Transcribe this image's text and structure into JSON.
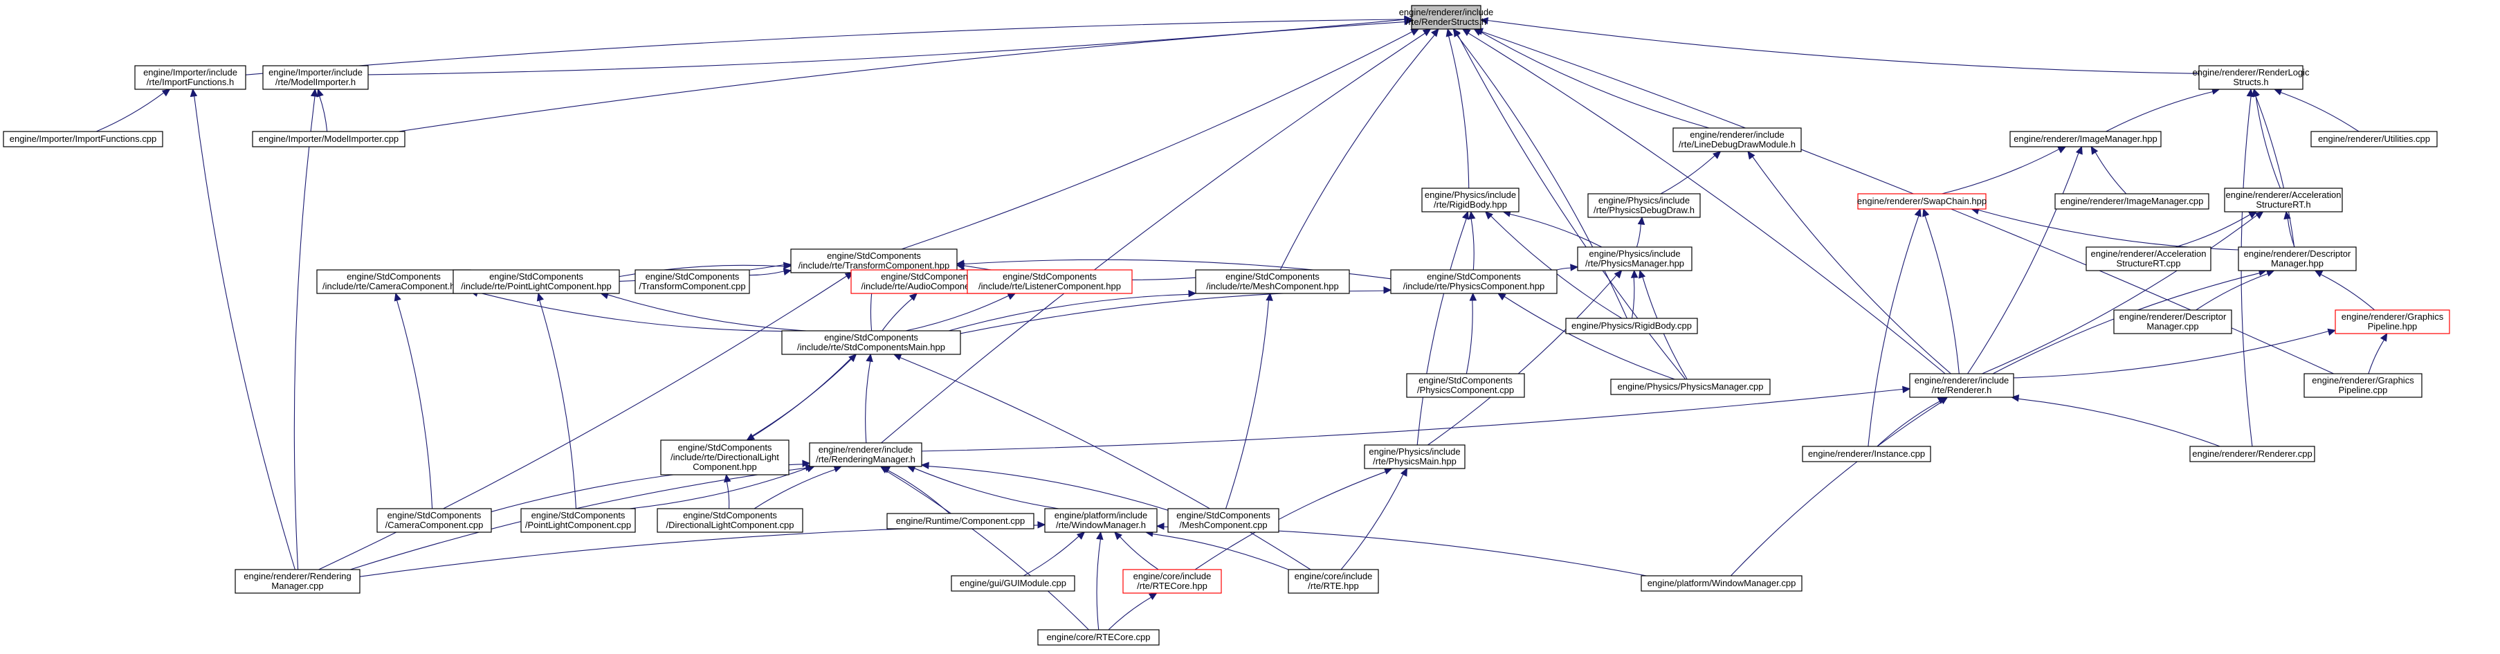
{
  "colors": {
    "edge": "#191970",
    "node_border": "#000000",
    "node_border_incomplete": "#ff0000",
    "root_fill": "#bfbfbf",
    "background": "#ffffff"
  },
  "nodes": [
    {
      "id": "root",
      "lines": [
        "engine/renderer/include",
        "/rte/RenderStructs.h"
      ],
      "root": true
    },
    {
      "id": "importfh",
      "lines": [
        "engine/Importer/include",
        "/rte/ImportFunctions.h"
      ]
    },
    {
      "id": "modelimph",
      "lines": [
        "engine/Importer/include",
        "/rte/ModelImporter.h"
      ]
    },
    {
      "id": "importfcpp",
      "lines": [
        "engine/Importer/ImportFunctions.cpp"
      ]
    },
    {
      "id": "modelimpcpp",
      "lines": [
        "engine/Importer/ModelImporter.cpp"
      ]
    },
    {
      "id": "transformhpp",
      "lines": [
        "engine/StdComponents",
        "/include/rte/TransformComponent.hpp"
      ]
    },
    {
      "id": "camerahpp",
      "lines": [
        "engine/StdComponents",
        "/include/rte/CameraComponent.hpp"
      ]
    },
    {
      "id": "pointlighthpp",
      "lines": [
        "engine/StdComponents",
        "/include/rte/PointLightComponent.hpp"
      ]
    },
    {
      "id": "transformcpp",
      "lines": [
        "engine/StdComponents",
        "/TransformComponent.cpp"
      ]
    },
    {
      "id": "audiohpp",
      "lines": [
        "engine/StdComponents",
        "/include/rte/AudioComponent.hpp"
      ],
      "red": true
    },
    {
      "id": "listenerhpp",
      "lines": [
        "engine/StdComponents",
        "/include/rte/ListenerComponent.hpp"
      ],
      "red": true
    },
    {
      "id": "meshhpp",
      "lines": [
        "engine/StdComponents",
        "/include/rte/MeshComponent.hpp"
      ]
    },
    {
      "id": "physicscomphpp",
      "lines": [
        "engine/StdComponents",
        "/include/rte/PhysicsComponent.hpp"
      ]
    },
    {
      "id": "stdmainhpp",
      "lines": [
        "engine/StdComponents",
        "/include/rte/StdComponentsMain.hpp"
      ]
    },
    {
      "id": "dirlighthpp",
      "lines": [
        "engine/StdComponents",
        "/include/rte/DirectionalLight",
        "Component.hpp"
      ]
    },
    {
      "id": "renderingmgrh",
      "lines": [
        "engine/renderer/include",
        "/rte/RenderingManager.h"
      ]
    },
    {
      "id": "cameracpp",
      "lines": [
        "engine/StdComponents",
        "/CameraComponent.cpp"
      ]
    },
    {
      "id": "pointlightcpp",
      "lines": [
        "engine/StdComponents",
        "/PointLightComponent.cpp"
      ]
    },
    {
      "id": "dirlightcpp",
      "lines": [
        "engine/StdComponents",
        "/DirectionalLightComponent.cpp"
      ]
    },
    {
      "id": "runtimecomp",
      "lines": [
        "engine/Runtime/Component.cpp"
      ]
    },
    {
      "id": "windowmgrh",
      "lines": [
        "engine/platform/include",
        "/rte/WindowManager.h"
      ]
    },
    {
      "id": "meshcpp",
      "lines": [
        "engine/StdComponents",
        "/MeshComponent.cpp"
      ]
    },
    {
      "id": "renderingmgrcpp",
      "lines": [
        "engine/renderer/Rendering",
        "Manager.cpp"
      ]
    },
    {
      "id": "guimodule",
      "lines": [
        "engine/gui/GUIModule.cpp"
      ]
    },
    {
      "id": "rtecoreh",
      "lines": [
        "engine/core/include",
        "/rte/RTECore.hpp"
      ],
      "red": true
    },
    {
      "id": "rtehpp",
      "lines": [
        "engine/core/include",
        "/rte/RTE.hpp"
      ]
    },
    {
      "id": "rtecorecpp",
      "lines": [
        "engine/core/RTECore.cpp"
      ]
    },
    {
      "id": "rigidbodyhpp",
      "lines": [
        "engine/Physics/include",
        "/rte/RigidBody.hpp"
      ]
    },
    {
      "id": "linedebugh",
      "lines": [
        "engine/renderer/include",
        "/rte/LineDebugDrawModule.h"
      ]
    },
    {
      "id": "physdebugh",
      "lines": [
        "engine/Physics/include",
        "/rte/PhysicsDebugDraw.h"
      ]
    },
    {
      "id": "physmgrhpp",
      "lines": [
        "engine/Physics/include",
        "/rte/PhysicsManager.hpp"
      ]
    },
    {
      "id": "rigidbodycpp",
      "lines": [
        "engine/Physics/RigidBody.cpp"
      ]
    },
    {
      "id": "physcompcpp",
      "lines": [
        "engine/StdComponents",
        "/PhysicsComponent.cpp"
      ]
    },
    {
      "id": "physmgrcpp",
      "lines": [
        "engine/Physics/PhysicsManager.cpp"
      ]
    },
    {
      "id": "physmainhpp",
      "lines": [
        "engine/Physics/include",
        "/rte/PhysicsMain.hpp"
      ]
    },
    {
      "id": "windowmgrcpp",
      "lines": [
        "engine/platform/WindowManager.cpp"
      ]
    },
    {
      "id": "renderlogich",
      "lines": [
        "engine/renderer/RenderLogic",
        "Structs.h"
      ]
    },
    {
      "id": "imagemgrhpp",
      "lines": [
        "engine/renderer/ImageManager.hpp"
      ]
    },
    {
      "id": "utilitiescpp",
      "lines": [
        "engine/renderer/Utilities.cpp"
      ]
    },
    {
      "id": "swapchainhpp",
      "lines": [
        "engine/renderer/SwapChain.hpp"
      ],
      "red": true
    },
    {
      "id": "imagemgrcpp",
      "lines": [
        "engine/renderer/ImageManager.cpp"
      ]
    },
    {
      "id": "accelrth",
      "lines": [
        "engine/renderer/Acceleration",
        "StructureRT.h"
      ]
    },
    {
      "id": "accelrtcpp",
      "lines": [
        "engine/renderer/Acceleration",
        "StructureRT.cpp"
      ]
    },
    {
      "id": "descmgrhpp",
      "lines": [
        "engine/renderer/Descriptor",
        "Manager.hpp"
      ]
    },
    {
      "id": "descmgrcpp",
      "lines": [
        "engine/renderer/Descriptor",
        "Manager.cpp"
      ]
    },
    {
      "id": "graphicspipehpp",
      "lines": [
        "engine/renderer/Graphics",
        "Pipeline.hpp"
      ],
      "red": true
    },
    {
      "id": "rendererh",
      "lines": [
        "engine/renderer/include",
        "/rte/Renderer.h"
      ]
    },
    {
      "id": "graphicspipecpp",
      "lines": [
        "engine/renderer/Graphics",
        "Pipeline.cpp"
      ]
    },
    {
      "id": "instancecpp",
      "lines": [
        "engine/renderer/Instance.cpp"
      ]
    },
    {
      "id": "renderercpp",
      "lines": [
        "engine/renderer/Renderer.cpp"
      ]
    }
  ],
  "edges": [
    [
      "importfh",
      "root"
    ],
    [
      "modelimph",
      "root"
    ],
    [
      "modelimpcpp",
      "root"
    ],
    [
      "transformhpp",
      "root"
    ],
    [
      "meshhpp",
      "root"
    ],
    [
      "rigidbodyhpp",
      "root"
    ],
    [
      "linedebugh",
      "root"
    ],
    [
      "rigidbodycpp",
      "root"
    ],
    [
      "physmgrcpp",
      "root"
    ],
    [
      "rendererh",
      "root"
    ],
    [
      "renderlogich",
      "root"
    ],
    [
      "graphicspipecpp",
      "root"
    ],
    [
      "renderingmgrh",
      "root"
    ],
    [
      "importfcpp",
      "importfh"
    ],
    [
      "renderingmgrcpp",
      "importfh"
    ],
    [
      "modelimpcpp",
      "modelimph"
    ],
    [
      "renderingmgrcpp",
      "modelimph"
    ],
    [
      "camerahpp",
      "transformhpp"
    ],
    [
      "pointlighthpp",
      "transformhpp"
    ],
    [
      "transformcpp",
      "transformhpp"
    ],
    [
      "audiohpp",
      "transformhpp"
    ],
    [
      "listenerhpp",
      "transformhpp"
    ],
    [
      "meshhpp",
      "transformhpp"
    ],
    [
      "physicscomphpp",
      "transformhpp"
    ],
    [
      "stdmainhpp",
      "transformhpp"
    ],
    [
      "renderingmgrcpp",
      "transformhpp"
    ],
    [
      "stdmainhpp",
      "camerahpp"
    ],
    [
      "cameracpp",
      "camerahpp"
    ],
    [
      "stdmainhpp",
      "pointlighthpp"
    ],
    [
      "pointlightcpp",
      "pointlighthpp"
    ],
    [
      "stdmainhpp",
      "audiohpp"
    ],
    [
      "stdmainhpp",
      "listenerhpp"
    ],
    [
      "stdmainhpp",
      "meshhpp"
    ],
    [
      "meshcpp",
      "meshhpp"
    ],
    [
      "stdmainhpp",
      "physicscomphpp"
    ],
    [
      "physcompcpp",
      "physicscomphpp"
    ],
    [
      "physmgrcpp",
      "physicscomphpp"
    ],
    [
      "dirlighthpp",
      "stdmainhpp"
    ],
    [
      "renderingmgrh",
      "stdmainhpp"
    ],
    [
      "rtehpp",
      "stdmainhpp"
    ],
    [
      "stdmainhpp",
      "dirlighthpp"
    ],
    [
      "dirlightcpp",
      "dirlighthpp"
    ],
    [
      "cameracpp",
      "renderingmgrh"
    ],
    [
      "pointlightcpp",
      "renderingmgrh"
    ],
    [
      "dirlightcpp",
      "renderingmgrh"
    ],
    [
      "runtimecomp",
      "renderingmgrh"
    ],
    [
      "windowmgrh",
      "renderingmgrh"
    ],
    [
      "meshcpp",
      "renderingmgrh"
    ],
    [
      "renderingmgrcpp",
      "renderingmgrh"
    ],
    [
      "rtecorecpp",
      "renderingmgrh"
    ],
    [
      "renderingmgrcpp",
      "windowmgrh"
    ],
    [
      "guimodule",
      "windowmgrh"
    ],
    [
      "rtecoreh",
      "windowmgrh"
    ],
    [
      "rtehpp",
      "windowmgrh"
    ],
    [
      "rtecorecpp",
      "windowmgrh"
    ],
    [
      "windowmgrcpp",
      "windowmgrh"
    ],
    [
      "rtecorecpp",
      "rtecoreh"
    ],
    [
      "physicscomphpp",
      "rigidbodyhpp"
    ],
    [
      "rigidbodycpp",
      "rigidbodyhpp"
    ],
    [
      "physmgrhpp",
      "rigidbodyhpp"
    ],
    [
      "physmainhpp",
      "rigidbodyhpp"
    ],
    [
      "physdebugh",
      "linedebugh"
    ],
    [
      "rendererh",
      "linedebugh"
    ],
    [
      "physmgrhpp",
      "physdebugh"
    ],
    [
      "physicscomphpp",
      "physmgrhpp"
    ],
    [
      "rigidbodycpp",
      "physmgrhpp"
    ],
    [
      "physmgrcpp",
      "physmgrhpp"
    ],
    [
      "physmainhpp",
      "physmgrhpp"
    ],
    [
      "rtecoreh",
      "physmainhpp"
    ],
    [
      "rtehpp",
      "physmainhpp"
    ],
    [
      "imagemgrhpp",
      "renderlogich"
    ],
    [
      "utilitiescpp",
      "renderlogich"
    ],
    [
      "accelrth",
      "renderlogich"
    ],
    [
      "descmgrhpp",
      "renderlogich"
    ],
    [
      "renderercpp",
      "renderlogich"
    ],
    [
      "swapchainhpp",
      "imagemgrhpp"
    ],
    [
      "imagemgrcpp",
      "imagemgrhpp"
    ],
    [
      "rendererh",
      "imagemgrhpp"
    ],
    [
      "descmgrhpp",
      "swapchainhpp"
    ],
    [
      "rendererh",
      "swapchainhpp"
    ],
    [
      "instancecpp",
      "swapchainhpp"
    ],
    [
      "accelrtcpp",
      "accelrth"
    ],
    [
      "descmgrhpp",
      "accelrth"
    ],
    [
      "rendererh",
      "accelrth"
    ],
    [
      "descmgrcpp",
      "descmgrhpp"
    ],
    [
      "graphicspipehpp",
      "descmgrhpp"
    ],
    [
      "rendererh",
      "descmgrhpp"
    ],
    [
      "rendererh",
      "graphicspipehpp"
    ],
    [
      "graphicspipecpp",
      "graphicspipehpp"
    ],
    [
      "renderingmgrh",
      "rendererh"
    ],
    [
      "instancecpp",
      "rendererh"
    ],
    [
      "renderercpp",
      "rendererh"
    ],
    [
      "windowmgrcpp",
      "rendererh"
    ]
  ]
}
